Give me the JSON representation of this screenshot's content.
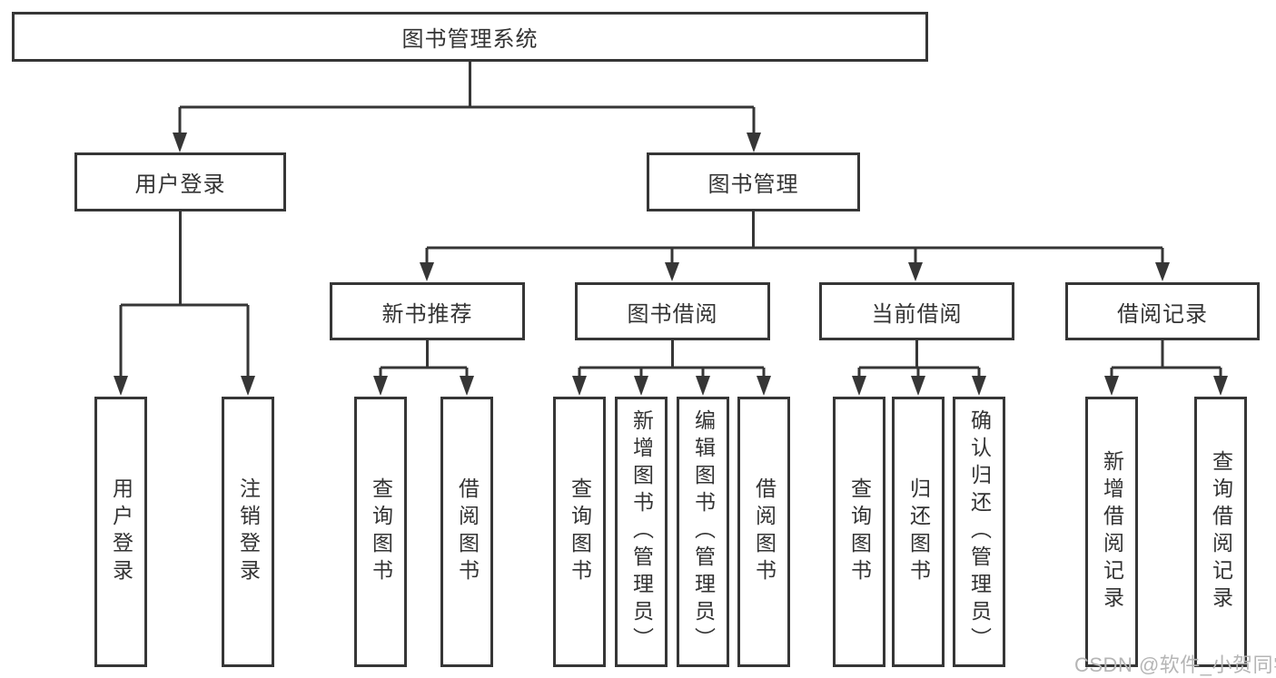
{
  "diagram": {
    "root": {
      "label": "图书管理系统"
    },
    "branches": [
      {
        "label": "用户登录",
        "children": [
          {
            "label": "用户登录"
          },
          {
            "label": "注销登录"
          }
        ]
      },
      {
        "label": "图书管理",
        "children": [
          {
            "label": "新书推荐",
            "children": [
              {
                "label": "查询图书"
              },
              {
                "label": "借阅图书"
              }
            ]
          },
          {
            "label": "图书借阅",
            "children": [
              {
                "label": "查询图书"
              },
              {
                "label": "新增图书（管理员）"
              },
              {
                "label": "编辑图书（管理员）"
              },
              {
                "label": "借阅图书"
              }
            ]
          },
          {
            "label": "当前借阅",
            "children": [
              {
                "label": "查询图书"
              },
              {
                "label": "归还图书"
              },
              {
                "label": "确认归还（管理员）"
              }
            ]
          },
          {
            "label": "借阅记录",
            "children": [
              {
                "label": "新增借阅记录"
              },
              {
                "label": "查询借阅记录"
              }
            ]
          }
        ]
      }
    ]
  },
  "watermark": {
    "text": "CSDN @软件_小贺同学"
  },
  "colors": {
    "line": "#363636",
    "text": "#333333",
    "box_background": "#ffffff",
    "page_background": "#ffffff",
    "watermark": "#b5b5b5"
  }
}
